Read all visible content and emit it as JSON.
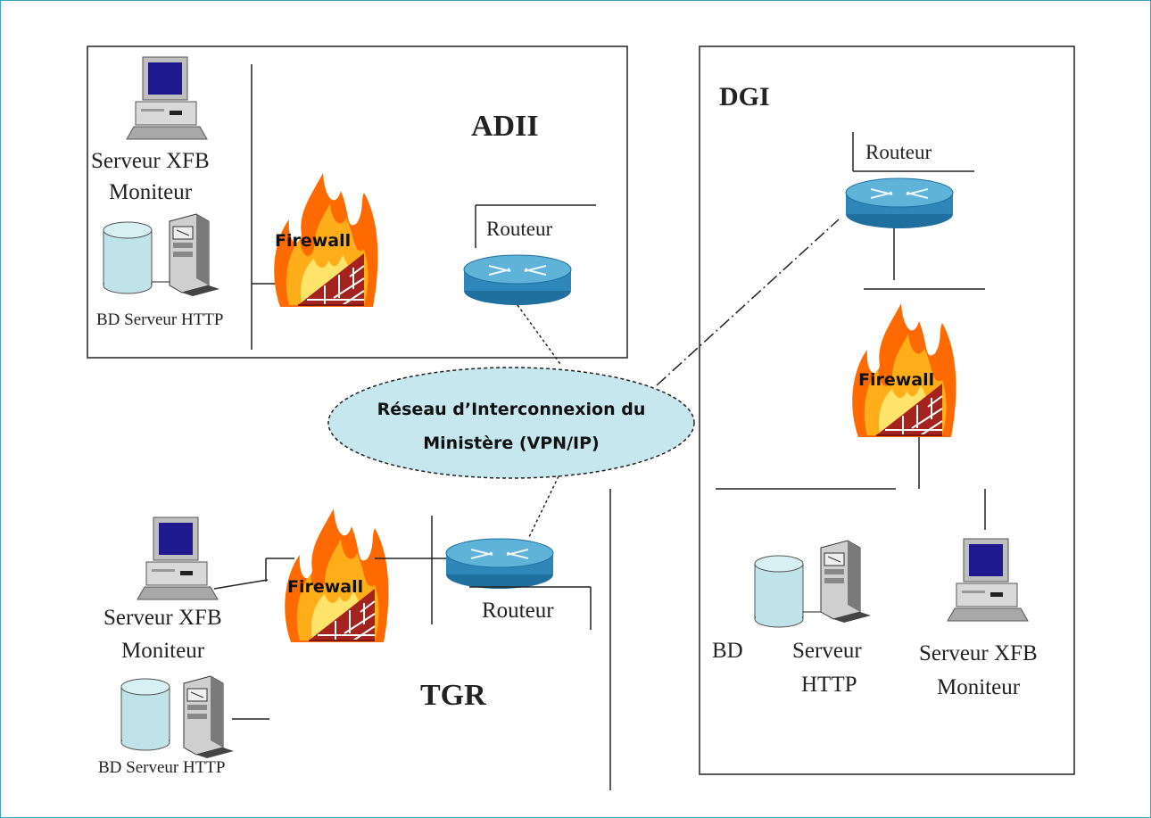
{
  "zones": {
    "adii": "ADII",
    "dgi": "DGI",
    "tgr": "TGR"
  },
  "network": {
    "line1": "Réseau d’Interconnexion du",
    "line2": "Ministère (VPN/IP)"
  },
  "labels": {
    "router": "Routeur",
    "firewall": "Firewall",
    "serveur_xfb": "Serveur XFB",
    "moniteur": "Moniteur",
    "bd_serveur_http": "BD Serveur HTTP",
    "bd": "BD",
    "serveur": "Serveur",
    "http": "HTTP"
  },
  "icons": [
    "computer-icon",
    "database-icon",
    "server-tower-icon",
    "firewall-icon",
    "router-icon"
  ],
  "colors": {
    "border": "#3aa6c6",
    "router": "#2f86b8",
    "cloud": "#c7e7ee",
    "flame": "#ff6a00",
    "brick": "#a5231e"
  }
}
